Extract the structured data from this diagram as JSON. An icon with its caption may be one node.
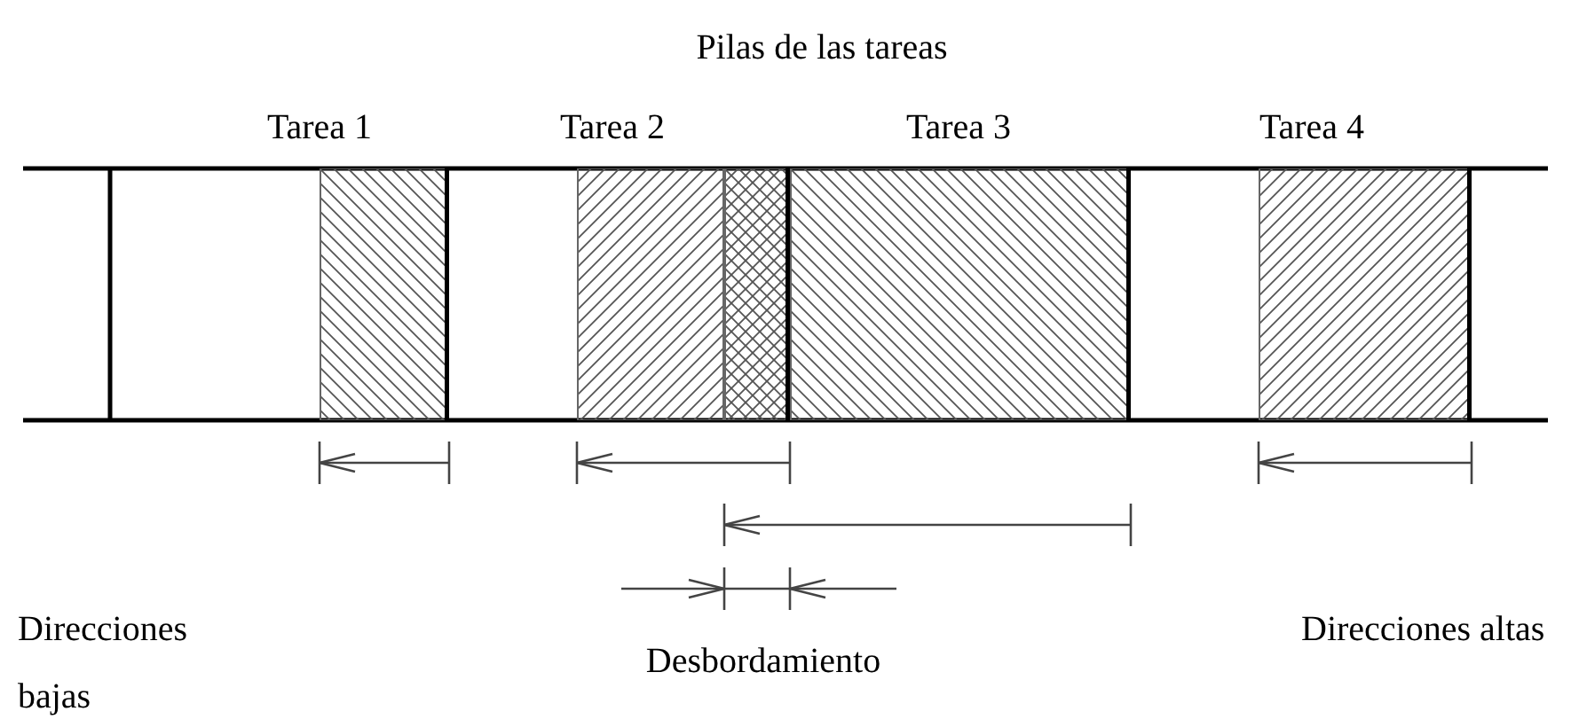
{
  "diagram": {
    "title": "Pilas de las tareas",
    "nodes": [
      {
        "text": [
          "Tarea 1"
        ]
      },
      {
        "text": [
          "Tarea 2"
        ]
      },
      {
        "text": [],
        "shape": "box"
      },
      {
        "text": [
          "Tarea 3"
        ]
      },
      {
        "text": [
          "Tarea 4"
        ]
      }
    ],
    "labels": [
      "Direcciones bajas",
      "Desbordamiento",
      "Direcciones altas"
    ]
  }
}
